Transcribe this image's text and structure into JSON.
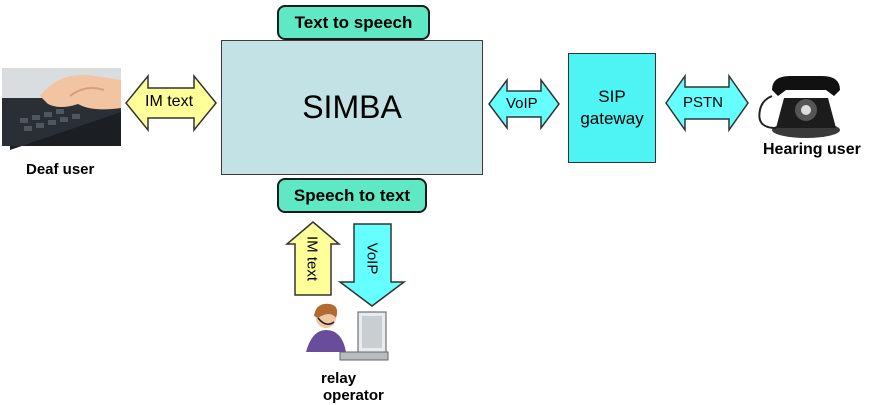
{
  "diagram": {
    "center_block": "SIMBA",
    "top_block": "Text to speech",
    "bottom_block": "Speech to text",
    "gateway_line1": "SIP",
    "gateway_line2": "gateway",
    "arrows": {
      "deaf_link": "IM text",
      "voip_link": "VoIP",
      "pstn_link": "PSTN",
      "operator_im": "IM text",
      "operator_voip": "VoIP"
    },
    "actors": {
      "deaf": "Deaf user",
      "hearing": "Hearing user",
      "relay_line1": "relay",
      "relay_line2": "operator"
    }
  },
  "colors": {
    "yellow_arrow": "#ffff99",
    "cyan_arrow": "#66ffff",
    "simba_fill": "#c2e2e6",
    "pill_fill": "#5fe8c4",
    "gateway_fill": "#4ef3f3"
  }
}
